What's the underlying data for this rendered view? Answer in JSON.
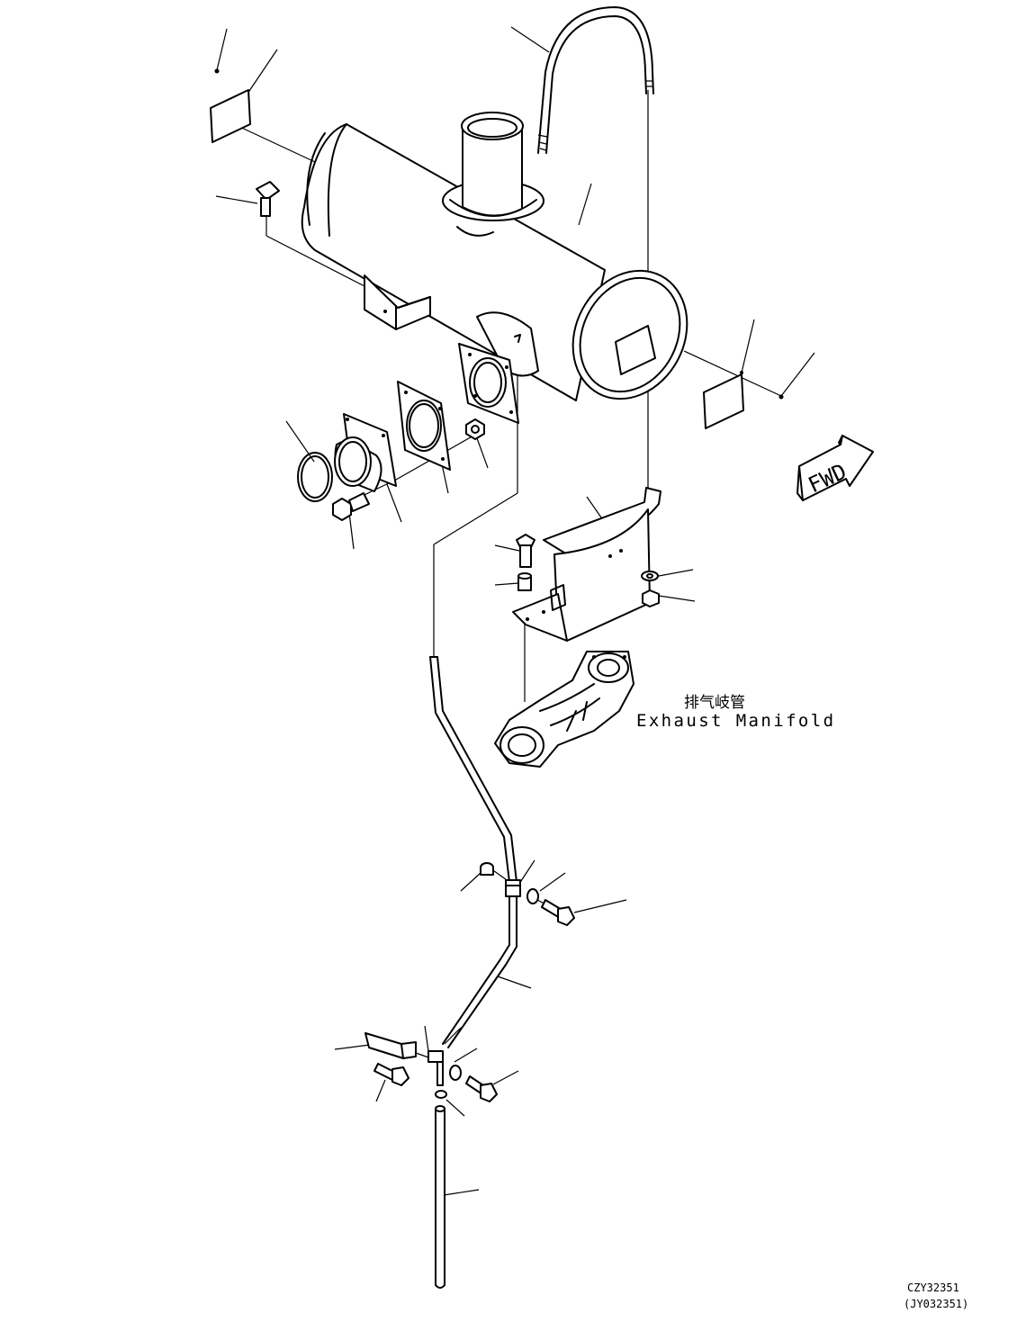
{
  "labels": {
    "exhaust_manifold_cn": "排气岐管",
    "exhaust_manifold_en": "Exhaust Manifold",
    "fwd_arrow": "FWD",
    "drawing_code": "CZY32351",
    "drawing_code_alt": "(JY032351)"
  }
}
